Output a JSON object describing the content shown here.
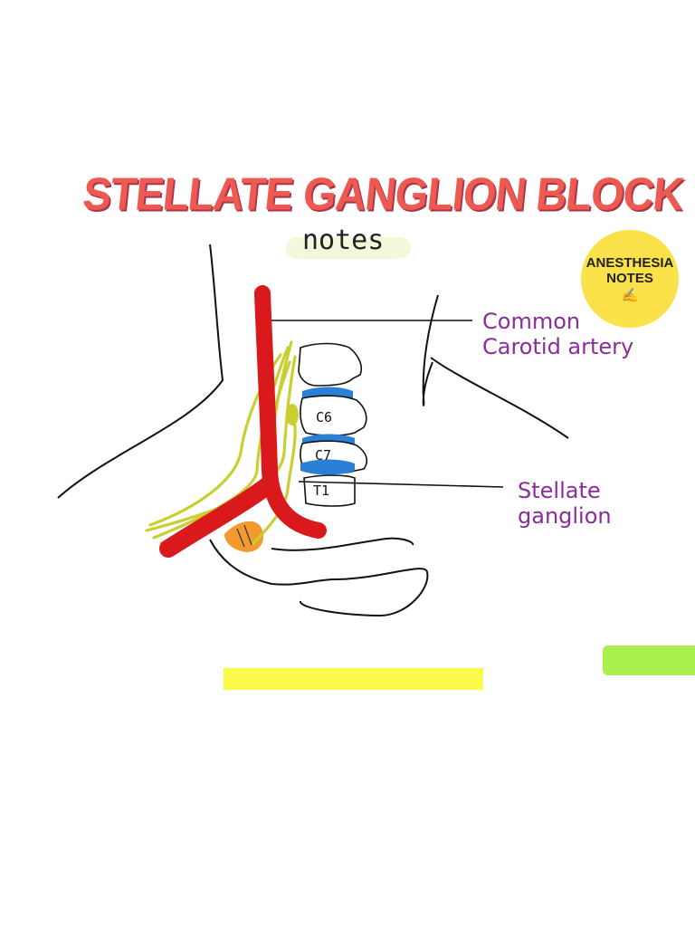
{
  "title": "STELLATE GANGLION BLOCK",
  "subtitle": "notes",
  "badge": {
    "line1": "ANESTHESIA",
    "line2": "NOTES",
    "icon": "writing-hand-icon"
  },
  "labels": {
    "common_carotid_line1": "Common",
    "common_carotid_line2": "Carotid artery",
    "stellate_ganglion": "Stellate ganglion"
  },
  "vertebrae": [
    "C6",
    "C7",
    "T1"
  ],
  "colors": {
    "title": "#ee5a52",
    "artery": "#d9191c",
    "nerve": "#c9cf2e",
    "disc": "#2a7fd6",
    "ganglion": "#f29a2e",
    "label": "#8a2d9a",
    "badge": "#fbe24a"
  }
}
